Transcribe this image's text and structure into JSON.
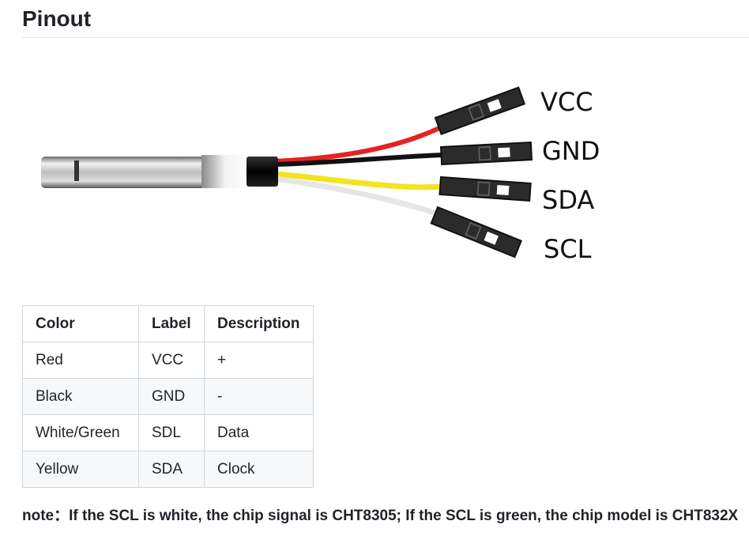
{
  "heading": "Pinout",
  "figure": {
    "pins": [
      {
        "label": "VCC",
        "wire_color": "#e62222"
      },
      {
        "label": "GND",
        "wire_color": "#111111"
      },
      {
        "label": "SDA",
        "wire_color": "#f0e51e"
      },
      {
        "label": "SCL",
        "wire_color": "#ececec"
      }
    ]
  },
  "table": {
    "headers": {
      "color": "Color",
      "label": "Label",
      "description": "Description"
    },
    "rows": [
      {
        "color": "Red",
        "label": "VCC",
        "description": "+"
      },
      {
        "color": "Black",
        "label": "GND",
        "description": "-"
      },
      {
        "color": "White/Green",
        "label": "SDL",
        "description": "Data"
      },
      {
        "color": "Yellow",
        "label": "SDA",
        "description": "Clock"
      }
    ]
  },
  "note": "note：If the SCL is white, the chip signal is CHT8305; If the SCL is green, the chip model is CHT832X"
}
